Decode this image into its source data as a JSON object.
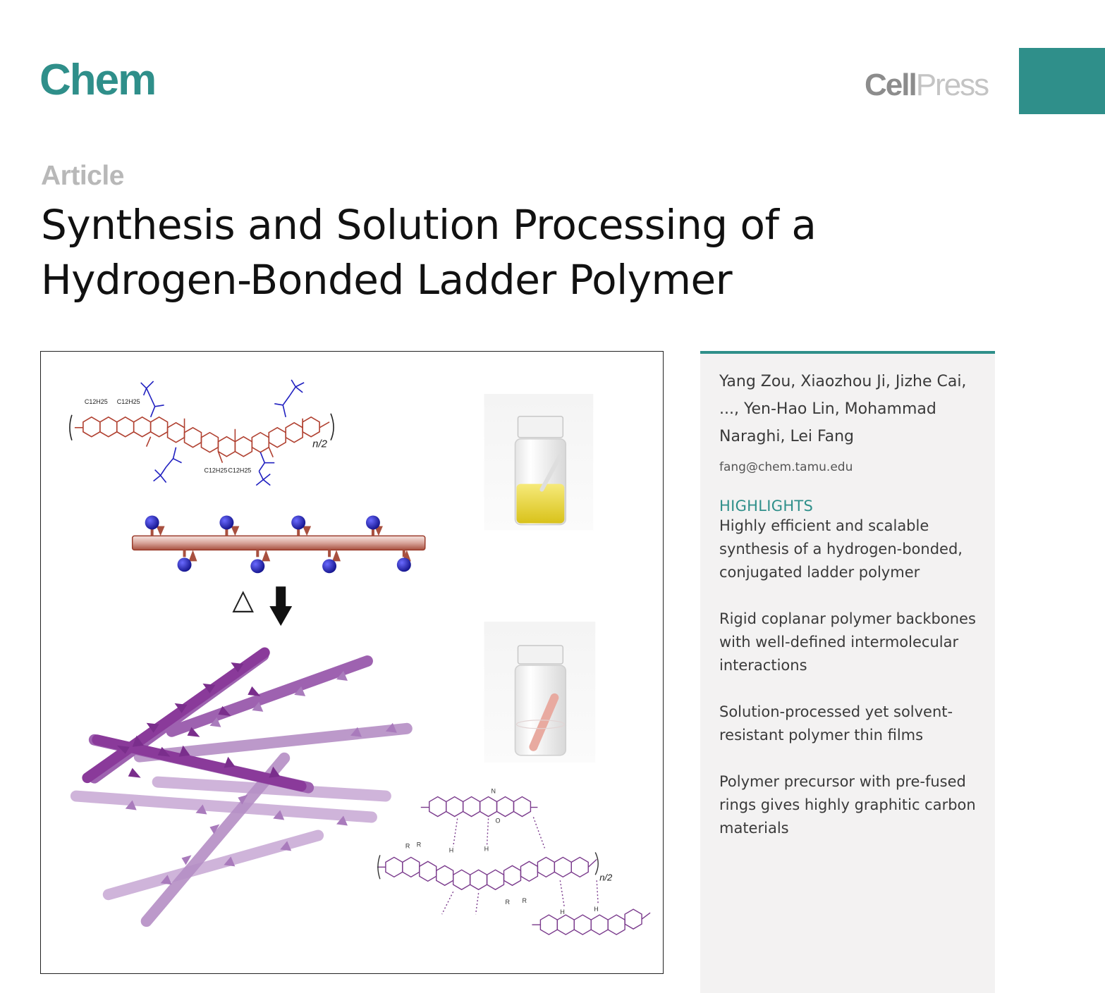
{
  "header": {
    "journal": "Chem",
    "publisher_part1": "Cell",
    "publisher_part2": "Press"
  },
  "article_type": "Article",
  "title_lines": [
    "Synthesis and Solution Processing of a",
    "Hydrogen-Bonded Ladder Polymer"
  ],
  "figure": {
    "substituent_left": "C12H25",
    "substituent_right": "C12H25",
    "repeat_label": "n/2",
    "repeat_label_bottom": "n/2",
    "heat_symbol": "△",
    "r_label": "R",
    "h_label": "H",
    "n_label": "N",
    "o_label": "O"
  },
  "side": {
    "authors": "Yang Zou, Xiaozhou Ji, Jizhe Cai, ..., Yen-Hao Lin, Mohammad Naraghi, Lei Fang",
    "email": "fang@chem.tamu.edu",
    "highlights_heading": "HIGHLIGHTS",
    "highlights": [
      "Highly efficient and scalable synthesis of a hydrogen-bonded, conjugated ladder polymer",
      "Rigid coplanar polymer backbones with well-defined intermolecular interactions",
      "Solution-processed yet solvent-resistant polymer thin films",
      "Polymer precursor with pre-fused rings gives highly graphitic carbon materials"
    ]
  },
  "colors": {
    "accent": "#2f8f8a",
    "precursor_backbone": "#b04030",
    "boc_group": "#2020c0",
    "ladder_polymer": "#8a3a9a"
  }
}
